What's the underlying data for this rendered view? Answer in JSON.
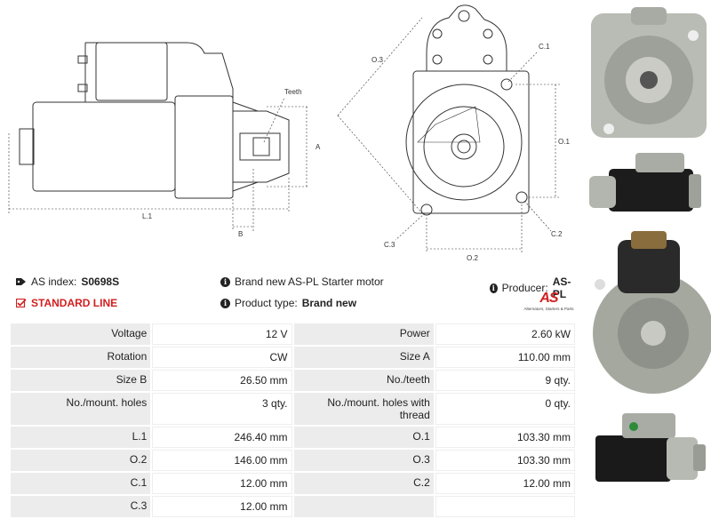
{
  "drawing": {
    "labels": {
      "teeth": "Teeth",
      "a": "A",
      "b": "B",
      "l1": "L.1",
      "o3": "O.3",
      "o1": "O.1",
      "o2": "O.2",
      "c1": "C.1",
      "c2": "C.2",
      "c3": "C.3"
    }
  },
  "info": {
    "as_index_label": "AS index:",
    "as_index_value": "S0698S",
    "line_label": "STANDARD LINE",
    "description": "Brand new AS-PL Starter motor",
    "product_type_label": "Product type:",
    "product_type_value": "Brand new",
    "producer_label": "Producer:",
    "producer_value": "AS-PL",
    "logo_text": "AS",
    "logo_sub": "Alternators, Starters & Parts"
  },
  "specs": [
    [
      "Voltage",
      "12 V",
      "Power",
      "2.60 kW"
    ],
    [
      "Rotation",
      "CW",
      "Size A",
      "110.00 mm"
    ],
    [
      "Size B",
      "26.50 mm",
      "No./teeth",
      "9 qty."
    ],
    [
      "No./mount. holes",
      "3 qty.",
      "No./mount. holes with thread",
      "0 qty."
    ],
    [
      "L.1",
      "246.40 mm",
      "O.1",
      "103.30 mm"
    ],
    [
      "O.2",
      "146.00 mm",
      "O.3",
      "103.30 mm"
    ],
    [
      "C.1",
      "12.00 mm",
      "C.2",
      "12.00 mm"
    ],
    [
      "C.3",
      "12.00 mm",
      "",
      ""
    ]
  ],
  "colors": {
    "accent": "#d21f1f",
    "label_bg": "#ececec"
  }
}
